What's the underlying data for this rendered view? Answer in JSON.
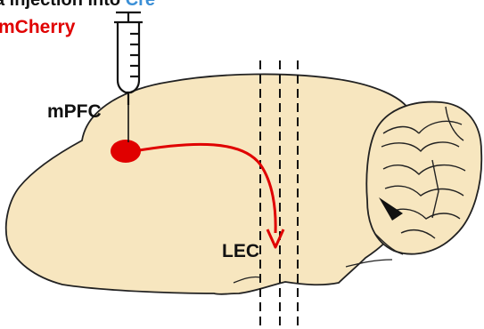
{
  "figure": {
    "top_line_dark": "a injection into",
    "top_line_light": "Cre",
    "tracer_label": "mCherry",
    "injection_site_label": "mPFC",
    "target_region_label": "LEC"
  },
  "colors": {
    "brain_fill": "#f7e6bf",
    "outline": "#222222",
    "tracer": "#e00000",
    "top_accent": "#3b8fd6"
  },
  "icons": {
    "syringe": "syringe-icon",
    "injection_site": "injection-site-dot",
    "projection": "projection-arrow"
  }
}
